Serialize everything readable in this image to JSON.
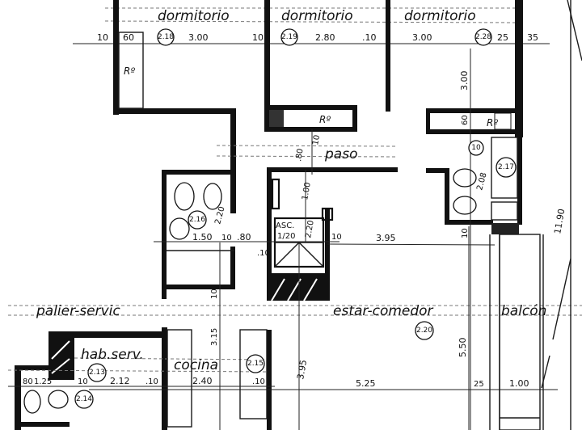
{
  "drawing": {
    "type": "architectural floor plan",
    "style": "black ink on white, hand-lettered"
  },
  "rooms": [
    {
      "id": "dormitorio-1",
      "label": "dormitorio",
      "tag": "2.18"
    },
    {
      "id": "dormitorio-2",
      "label": "dormitorio",
      "tag": "2.19"
    },
    {
      "id": "dormitorio-3",
      "label": "dormitorio",
      "tag": "2.28"
    },
    {
      "id": "paso",
      "label": "paso"
    },
    {
      "id": "estar-comedor",
      "label": "estar-comedor",
      "tag": "2.20"
    },
    {
      "id": "balcon",
      "label": "balcón"
    },
    {
      "id": "palier-servicio",
      "label": "palier-servic"
    },
    {
      "id": "hab-serv",
      "label": "hab.serv.",
      "tag": "2.13"
    },
    {
      "id": "cocina",
      "label": "cocina",
      "tag": "2.15"
    },
    {
      "id": "bano-1",
      "tag": "2.16"
    },
    {
      "id": "bano-2",
      "tag": "2.17"
    },
    {
      "id": "bano-serv",
      "tag": "2.14"
    }
  ],
  "closets": [
    {
      "label": "Rº"
    },
    {
      "label": "Rº"
    },
    {
      "label": "Rº"
    }
  ],
  "elevator": {
    "label_line1": "ASC.",
    "label_line2": "1/20"
  },
  "dimensions": {
    "top_row": [
      "10",
      "60",
      "3.00",
      "10",
      "2.80",
      ".10",
      "3.00",
      "25",
      "35"
    ],
    "vertical_right_bedroom": "3.00",
    "closet_depth": "60",
    "paso_width": ".80",
    "paso_wall": "10",
    "bath_vertical": "2.08",
    "bath_circle": "10",
    "elevator_vertical_top": "1.00",
    "elevator_vertical": "2.20",
    "elevator_side": "10",
    "elevator_h1": ".10",
    "bath1_width": "1.50",
    "bath1_gap": "10",
    "bath1_door": ".80",
    "bath1_vertical": "2.20",
    "living_width": "3.95",
    "living_side": "10",
    "overall_height": "11.90",
    "living_vertical": "5.50",
    "kitchen_vertical": "3.15",
    "kitchen_vertical_wall": "10",
    "hall_vertical": "3.95",
    "bottom_row": [
      "80",
      "1.25",
      "10",
      "2.12",
      ".10",
      "2.40",
      ".10",
      "5.25",
      "25",
      "1.00"
    ]
  }
}
